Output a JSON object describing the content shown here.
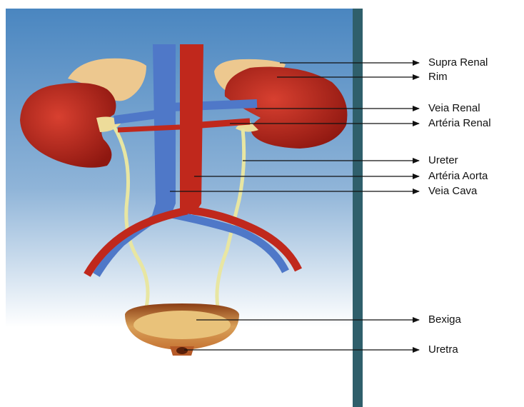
{
  "labels": {
    "supra_renal": "Supra Renal",
    "rim": "Rim",
    "veia_renal": "Veia Renal",
    "arteria_renal": "Artéria Renal",
    "ureter": "Ureter",
    "arteria_aorta": "Artéria Aorta",
    "veia_cava": "Veia Cava",
    "bexiga": "Bexiga",
    "uretra": "Uretra"
  },
  "colors": {
    "background_top": "#4a86c0",
    "background_bottom": "#ffffff",
    "side_bar": "#2f5f6b",
    "kidney": "#b8231a",
    "adrenal": "#edc88f",
    "vein": "#4f78c8",
    "artery": "#c0281c",
    "ureter": "#e8e6a2",
    "bladder": "#c9763a"
  }
}
